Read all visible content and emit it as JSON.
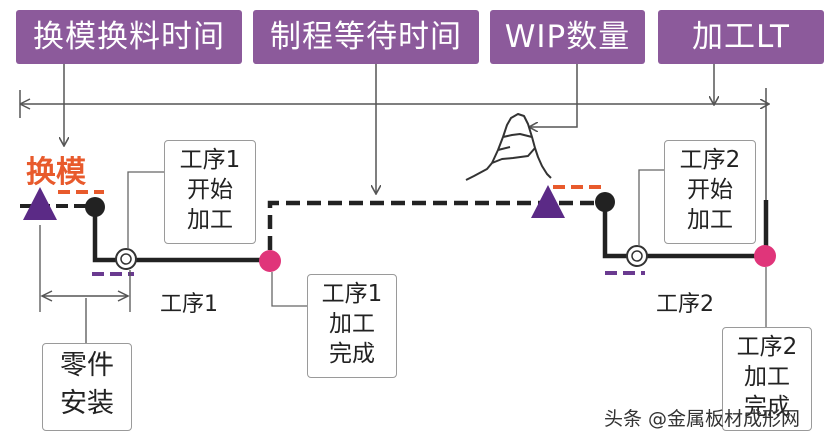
{
  "colors": {
    "header_bg": "#8c5a9b",
    "triangle": "#5b2a86",
    "accent_orange": "#e85a2c",
    "accent_purple": "#6a3a90",
    "node_black": "#222222",
    "node_pink": "#e0357a",
    "line": "#222222",
    "arrow": "#555555"
  },
  "headers": {
    "changeover_time": "换模换料时间",
    "process_wait_time": "制程等待时间",
    "wip_quantity": "WIP数量",
    "processing_lt": "加工LT"
  },
  "changeover_label": "换模",
  "parts_install": {
    "line1": "零件",
    "line2": "安装"
  },
  "process1": {
    "start": {
      "line1": "工序1",
      "line2": "开始",
      "line3": "加工"
    },
    "label": "工序1",
    "done": {
      "line1": "工序1",
      "line2": "加工",
      "line3": "完成"
    }
  },
  "process2": {
    "start": {
      "line1": "工序2",
      "line2": "开始",
      "line3": "加工"
    },
    "label": "工序2",
    "done": {
      "line1": "工序2",
      "line2": "加工",
      "line3": "完成"
    }
  },
  "watermark": "头条 @金属板材成形网"
}
